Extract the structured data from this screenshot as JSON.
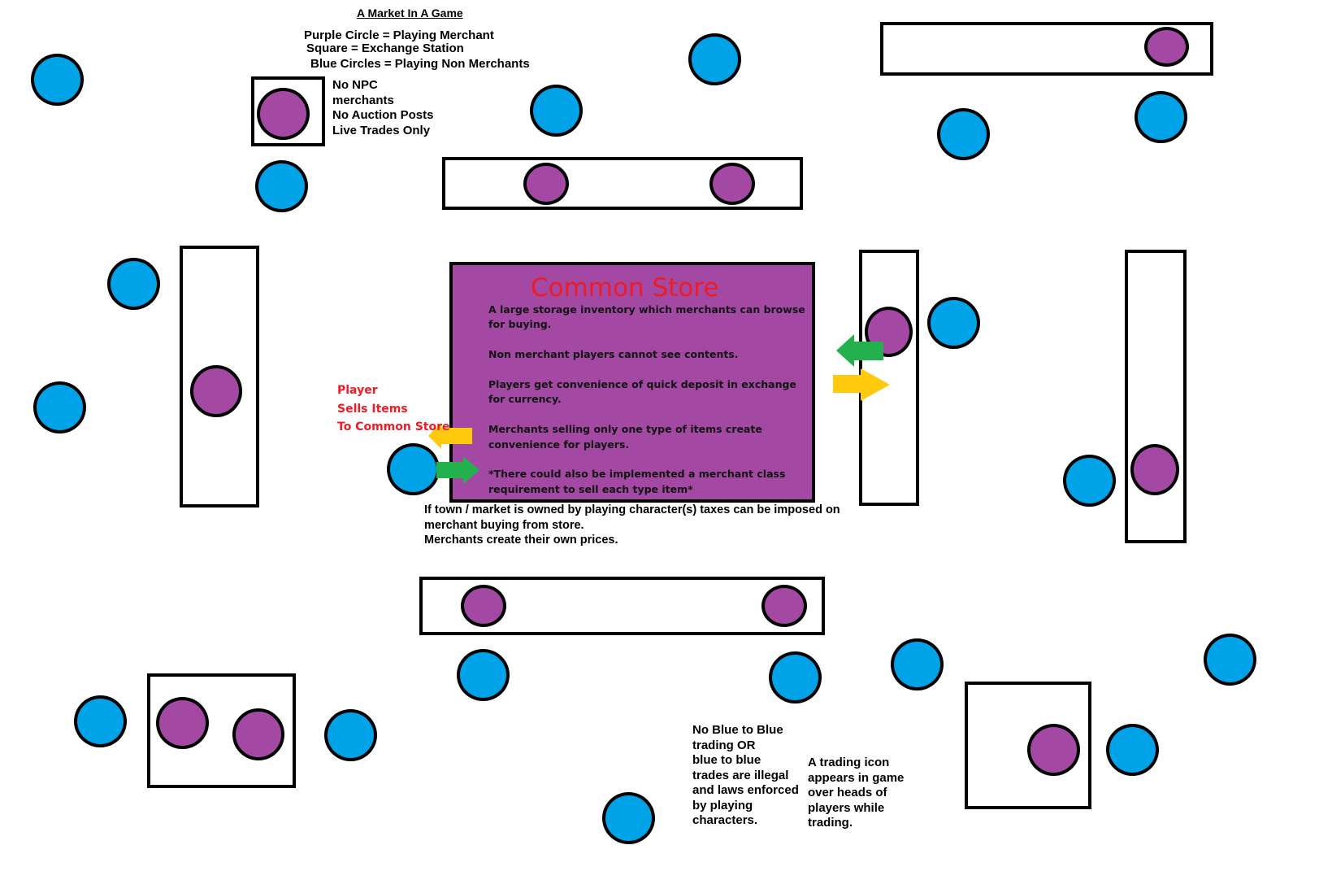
{
  "title": "A Market In A Game",
  "legend": {
    "purple": "Purple Circle = Playing Merchant",
    "square": "Square = Exchange Station",
    "blue": "Blue Circles = Playing Non Merchants"
  },
  "notes": {
    "top_left": "No NPC\nmerchants\nNo Auction Posts\nLive Trades Only",
    "player_sells": "Player\nSells Items\nTo Common Store",
    "taxes": "If town / market is owned by playing character(s) taxes can be imposed on\nmerchant buying from store.\nMerchants create their own prices.",
    "no_blue_trading": "No Blue to Blue\ntrading OR\nblue to blue\ntrades are illegal\nand laws enforced\nby playing\ncharacters.",
    "trading_icon": "A trading icon\nappears in game\nover heads of\nplayers while\ntrading."
  },
  "common_store": {
    "title": "Common Store",
    "points": [
      "A large storage inventory which merchants can browse\nfor buying.",
      "Non merchant players cannot see contents.",
      "Players get convenience of quick deposit in exchange\nfor currency.",
      "Merchants selling only one type of items create\nconvenience for players.",
      "*There could also be implemented a merchant class\nrequirement to sell each type item*"
    ]
  },
  "colors": {
    "merchant": "#a349a4",
    "non_merchant": "#00a2e8",
    "store": "#a349a4",
    "store_title": "#ed1c24",
    "arrow_green": "#22b14c",
    "arrow_yellow": "#ffc90e"
  }
}
